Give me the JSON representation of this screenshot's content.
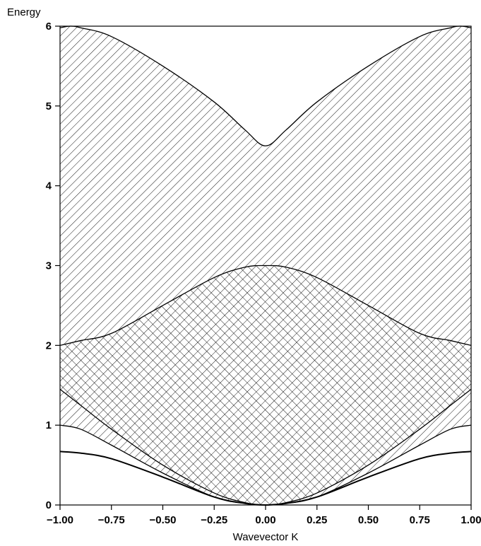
{
  "chart_data": {
    "type": "area",
    "title": "",
    "xlabel": "Wavevector K",
    "ylabel": "Energy",
    "xlim": [
      -1.0,
      1.0
    ],
    "ylim": [
      0,
      6
    ],
    "grid": false,
    "legend": "none",
    "x_ticks": [
      -1.0,
      -0.75,
      -0.5,
      -0.25,
      0.0,
      0.25,
      0.5,
      0.75,
      1.0
    ],
    "x_tick_labels": [
      "−1.00",
      "−0.75",
      "−0.50",
      "−0.25",
      "0.00",
      "0.25",
      "0.50",
      "0.75",
      "1.00"
    ],
    "y_ticks": [
      0,
      1,
      2,
      3,
      4,
      5,
      6
    ],
    "y_tick_labels": [
      "0",
      "1",
      "2",
      "3",
      "4",
      "5",
      "6"
    ],
    "colors": {
      "line": "#000000",
      "hatch": "#000000",
      "background": "#ffffff"
    },
    "curves": [
      {
        "key": "upper_boundary",
        "x": [
          -1.0,
          -0.95,
          -0.9,
          -0.75,
          -0.5,
          -0.25,
          -0.1,
          0.0,
          0.1,
          0.25,
          0.5,
          0.75,
          0.9,
          0.95,
          1.0
        ],
        "y": [
          5.98,
          6.0,
          5.98,
          5.87,
          5.5,
          5.05,
          4.7,
          4.5,
          4.7,
          5.05,
          5.5,
          5.87,
          5.98,
          6.0,
          5.98
        ]
      },
      {
        "key": "middle_boundary",
        "x": [
          -1.0,
          -0.9,
          -0.75,
          -0.5,
          -0.25,
          -0.1,
          0.0,
          0.1,
          0.25,
          0.5,
          0.75,
          0.9,
          1.0
        ],
        "y": [
          2.0,
          2.06,
          2.15,
          2.5,
          2.85,
          2.98,
          3.0,
          2.98,
          2.85,
          2.5,
          2.15,
          2.06,
          2.0
        ]
      },
      {
        "key": "lower_boundary",
        "x": [
          -1.0,
          -0.9,
          -0.75,
          -0.5,
          -0.25,
          -0.1,
          0.0,
          0.1,
          0.25,
          0.5,
          0.75,
          0.9,
          1.0
        ],
        "y": [
          1.45,
          1.25,
          0.95,
          0.5,
          0.15,
          0.03,
          0.0,
          0.03,
          0.15,
          0.5,
          0.95,
          1.25,
          1.45
        ]
      },
      {
        "key": "inner_curve_1",
        "x": [
          -1.0,
          -0.9,
          -0.75,
          -0.5,
          -0.25,
          -0.1,
          0.0,
          0.1,
          0.25,
          0.5,
          0.75,
          0.9,
          1.0
        ],
        "y": [
          1.0,
          0.95,
          0.75,
          0.4,
          0.1,
          0.02,
          0.0,
          0.02,
          0.1,
          0.4,
          0.75,
          0.95,
          1.0
        ]
      },
      {
        "key": "inner_curve_2",
        "x": [
          -1.0,
          -0.9,
          -0.75,
          -0.5,
          -0.25,
          -0.1,
          0.0,
          0.1,
          0.25,
          0.5,
          0.75,
          0.9,
          1.0
        ],
        "y": [
          0.67,
          0.65,
          0.58,
          0.35,
          0.1,
          0.02,
          0.0,
          0.02,
          0.1,
          0.35,
          0.58,
          0.65,
          0.67
        ]
      }
    ],
    "regions": [
      {
        "key": "diagonal_band",
        "pattern": "diagonal-hatch",
        "upper": "upper_boundary",
        "lower": "middle_boundary"
      },
      {
        "key": "crosshatch_band",
        "pattern": "cross-hatch",
        "upper": "middle_boundary",
        "lower": "lower_boundary"
      },
      {
        "key": "lower_diagonal_band",
        "pattern": "diagonal-hatch",
        "upper": "lower_boundary",
        "lower": "inner_curve_1"
      }
    ]
  }
}
